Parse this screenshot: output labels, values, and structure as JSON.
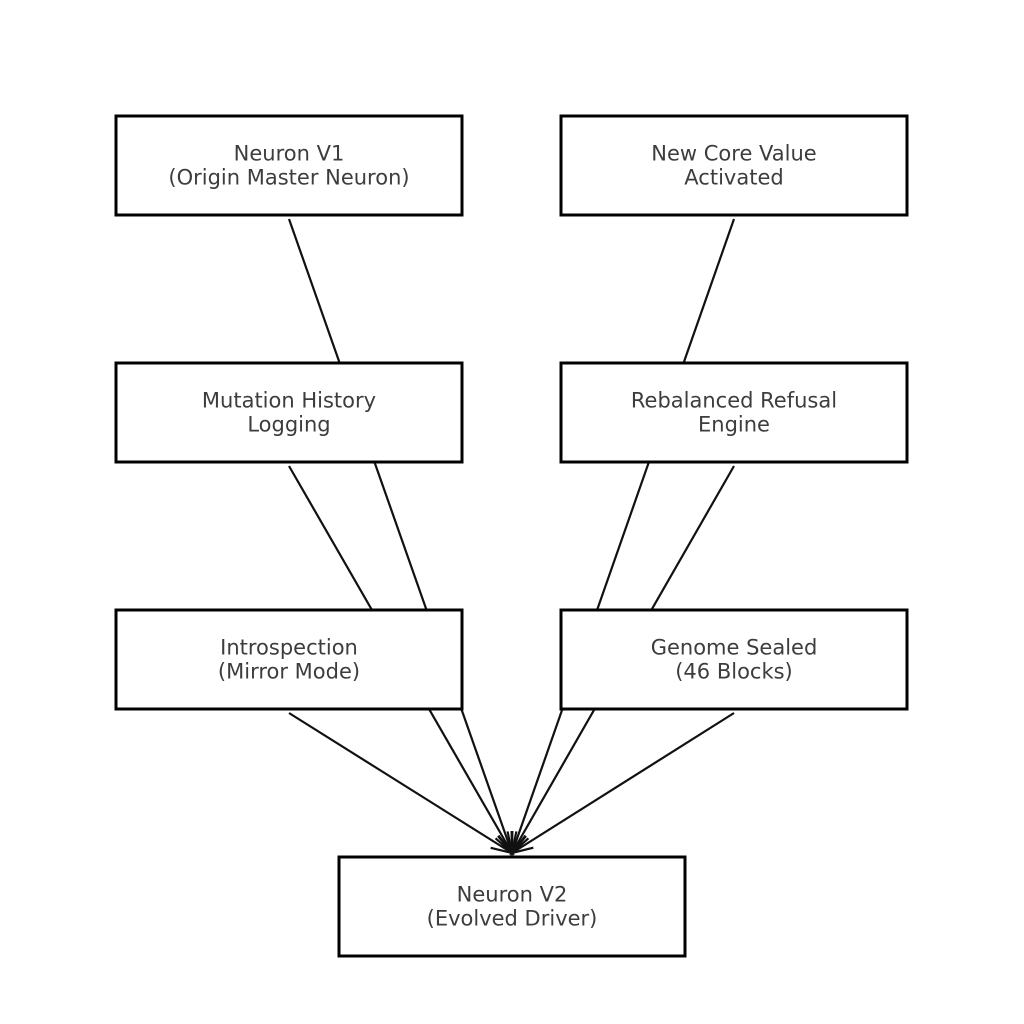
{
  "diagram": {
    "nodes": [
      {
        "id": "neuron-v1",
        "lines": [
          "Neuron V1",
          "(Origin Master Neuron)"
        ]
      },
      {
        "id": "new-core-value",
        "lines": [
          "New Core Value",
          "Activated"
        ]
      },
      {
        "id": "mutation-history",
        "lines": [
          "Mutation History",
          "Logging"
        ]
      },
      {
        "id": "rebalanced-refusal",
        "lines": [
          "Rebalanced Refusal",
          "Engine"
        ]
      },
      {
        "id": "introspection",
        "lines": [
          "Introspection",
          "(Mirror Mode)"
        ]
      },
      {
        "id": "genome-sealed",
        "lines": [
          "Genome Sealed",
          "(46 Blocks)"
        ]
      },
      {
        "id": "neuron-v2",
        "lines": [
          "Neuron V2",
          "(Evolved Driver)"
        ]
      }
    ],
    "edges": [
      {
        "from": "neuron-v1",
        "to": "neuron-v2"
      },
      {
        "from": "new-core-value",
        "to": "neuron-v2"
      },
      {
        "from": "mutation-history",
        "to": "neuron-v2"
      },
      {
        "from": "rebalanced-refusal",
        "to": "neuron-v2"
      },
      {
        "from": "introspection",
        "to": "neuron-v2"
      },
      {
        "from": "genome-sealed",
        "to": "neuron-v2"
      }
    ]
  }
}
